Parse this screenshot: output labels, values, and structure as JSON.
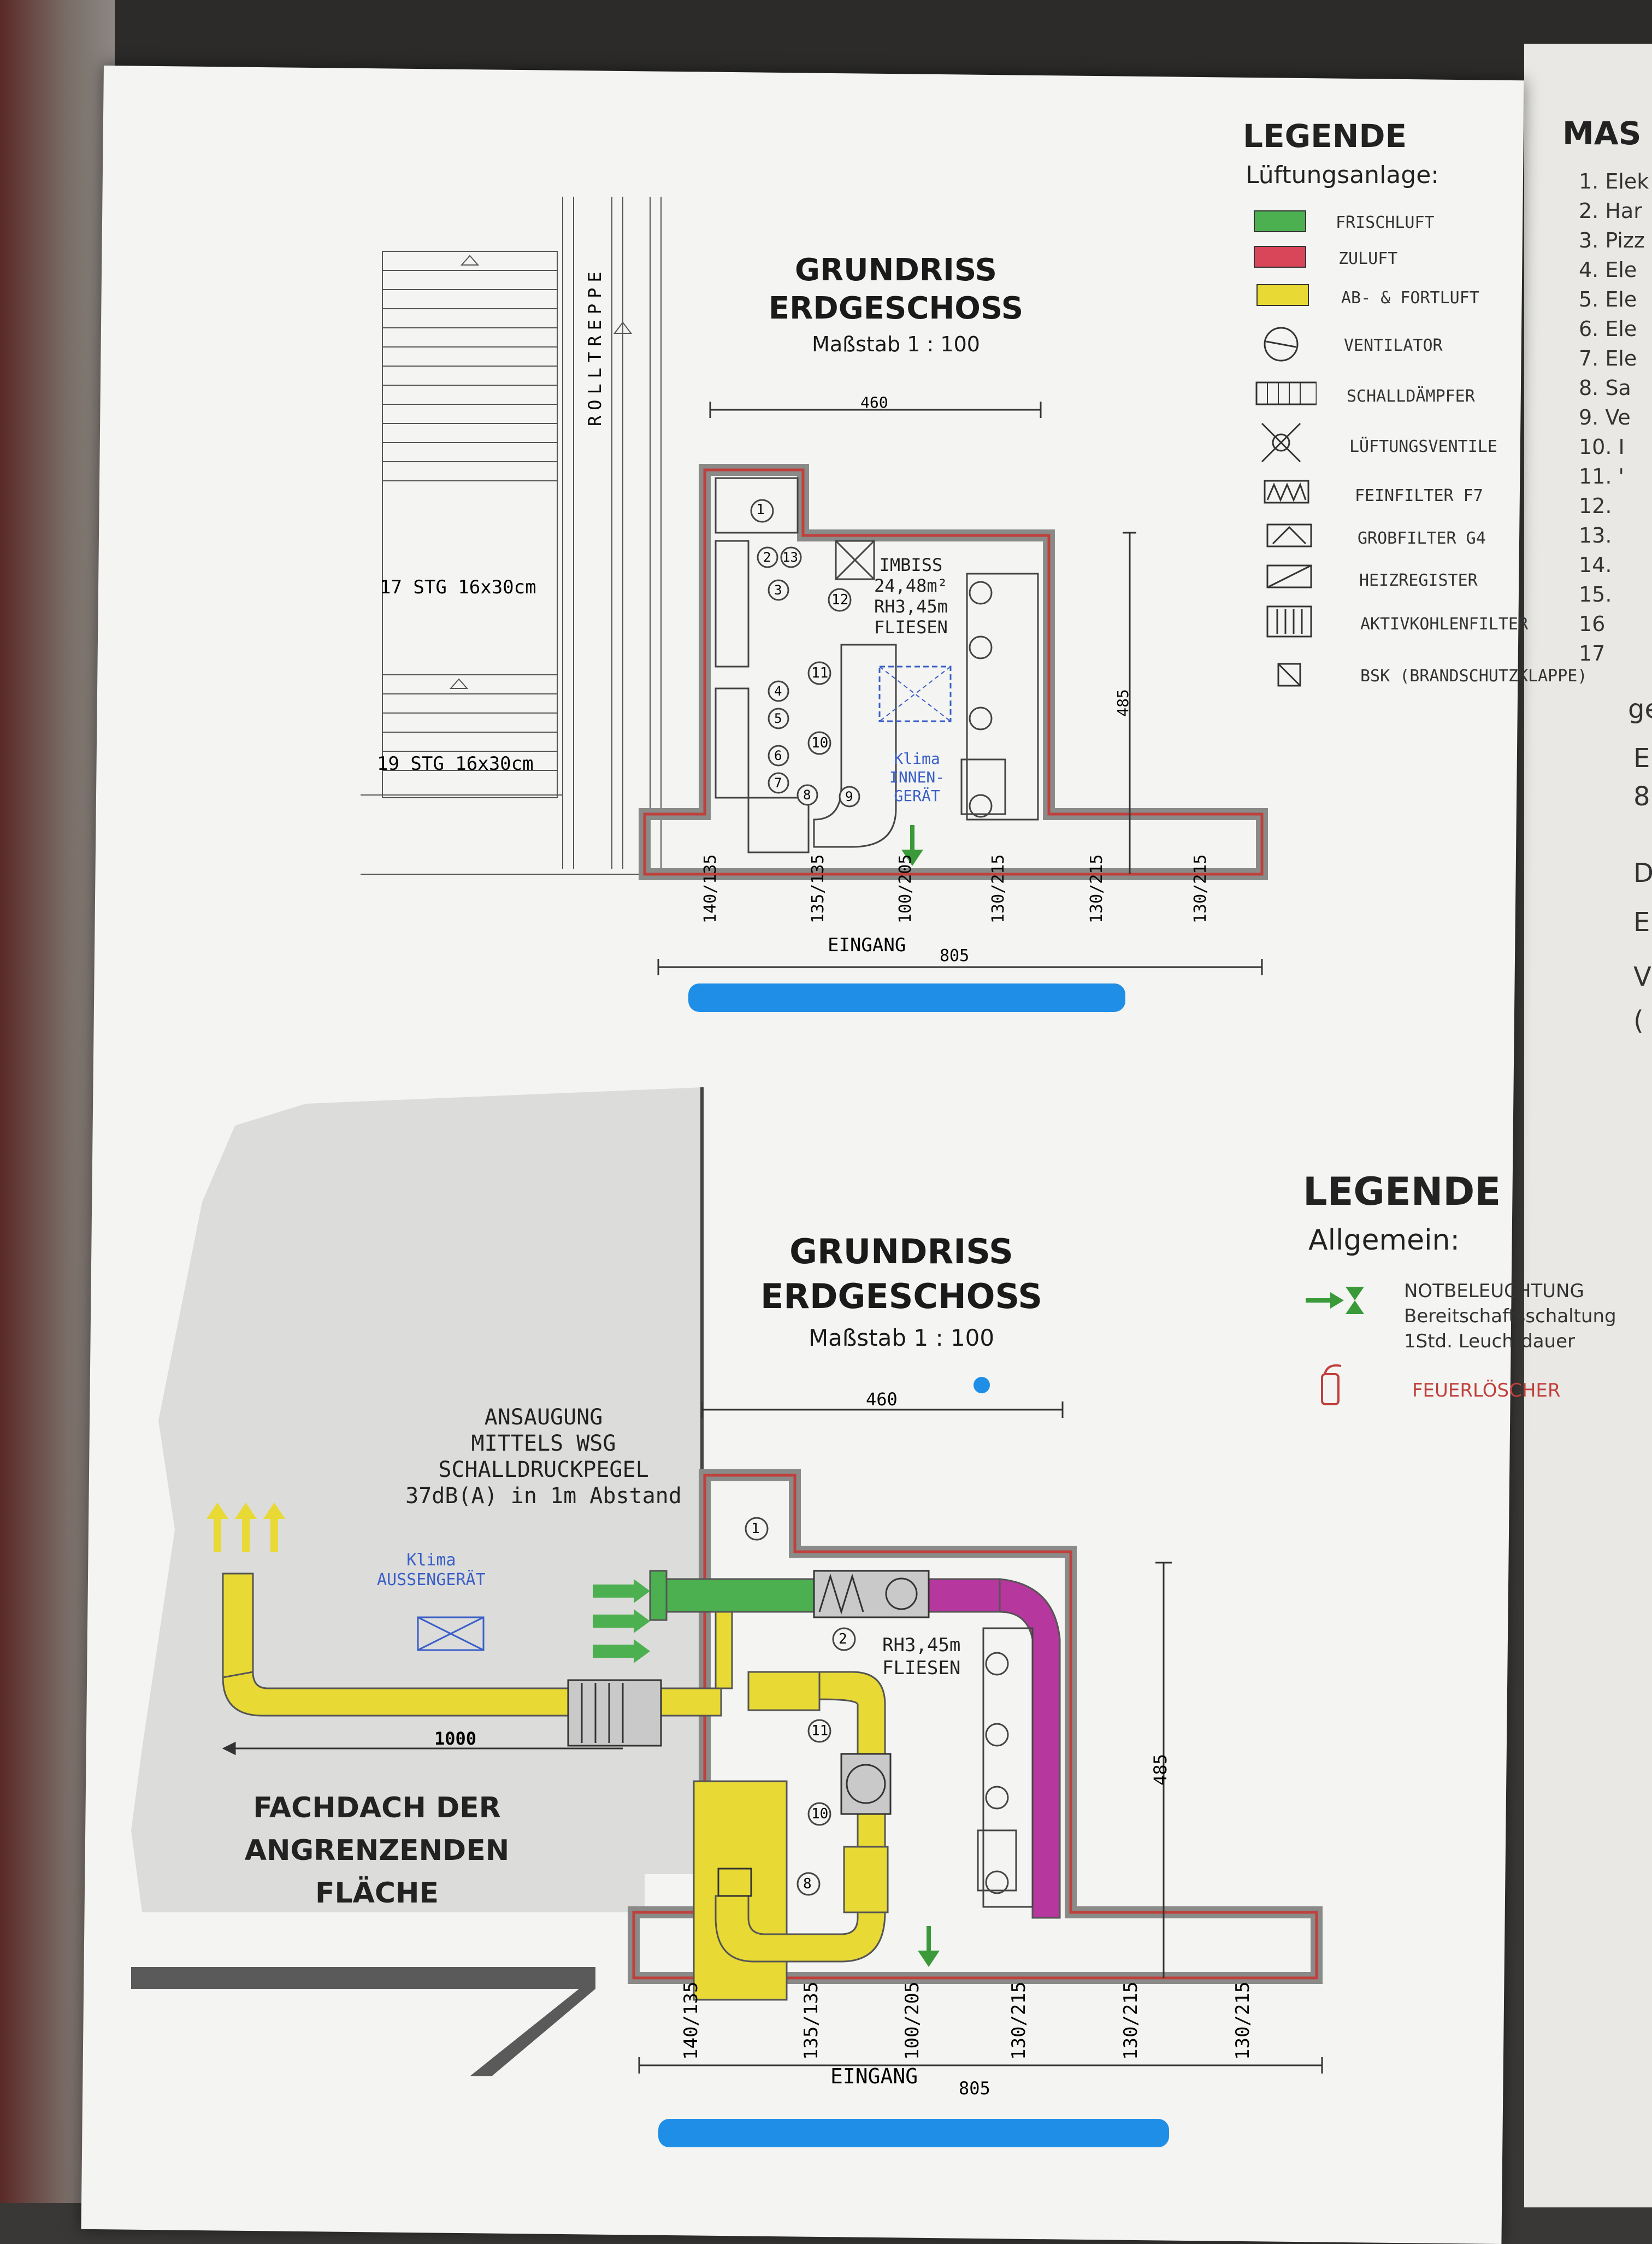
{
  "plan_top": {
    "title_line1": "GRUNDRISS",
    "title_line2": "ERDGESCHOSS",
    "scale": "Maßstab 1 : 100",
    "room_name": "IMBISS",
    "room_area": "24,48m²",
    "room_height": "RH3,45m",
    "room_floor": "FLIESEN",
    "klima_label": "Klima",
    "klima_sub1": "INNEN-",
    "klima_sub2": "GERÄT",
    "dim_width": "460",
    "dim_total": "805",
    "dim_depth": "485",
    "entrance": "EINGANG",
    "stairs_1": "17 STG 16x30cm",
    "stairs_2": "19 STG 16x30cm",
    "escalator": "ROLLTREPPE",
    "openings": [
      "140/135",
      "135/135",
      "100/205",
      "130/215",
      "130/215",
      "130/215"
    ],
    "item_numbers": [
      "1",
      "2",
      "13",
      "3",
      "12",
      "11",
      "4",
      "5",
      "10",
      "6",
      "7",
      "8",
      "9"
    ]
  },
  "plan_bottom": {
    "title_line1": "GRUNDRISS",
    "title_line2": "ERDGESCHOSS",
    "scale": "Maßstab 1 : 100",
    "room_height": "RH3,45m",
    "room_floor": "FLIESEN",
    "dim_width": "460",
    "dim_total": "805",
    "dim_depth": "485",
    "dim_roof": "1000",
    "entrance": "EINGANG",
    "intake_1": "ANSAUGUNG",
    "intake_2": "MITTELS WSG",
    "intake_3": "SCHALLDRUCKPEGEL",
    "intake_4": "37dB(A) in 1m Abstand",
    "klima_outer_1": "Klima",
    "klima_outer_2": "AUSSENGERÄT",
    "roof_1": "FACHDACH DER",
    "roof_2": "ANGRENZENDEN FLÄCHE",
    "openings": [
      "140/135",
      "135/135",
      "100/205",
      "130/215",
      "130/215",
      "130/215"
    ],
    "item_numbers": [
      "1",
      "2",
      "11",
      "10",
      "8"
    ]
  },
  "legend_ventilation": {
    "title": "LEGENDE",
    "subtitle": "Lüftungsanlage:",
    "items": [
      {
        "label": "FRISCHLUFT",
        "color": "#4caf50",
        "icon": "swatch"
      },
      {
        "label": "ZULUFT",
        "color": "#d9465a",
        "icon": "swatch"
      },
      {
        "label": "AB- & FORTLUFT",
        "color": "#e8d935",
        "icon": "swatch"
      },
      {
        "label": "VENTILATOR",
        "icon": "fan-icon"
      },
      {
        "label": "SCHALLDÄMPFER",
        "icon": "silencer-icon"
      },
      {
        "label": "LÜFTUNGSVENTILE",
        "icon": "valve-icon"
      },
      {
        "label": "FEINFILTER F7",
        "icon": "fine-filter-icon"
      },
      {
        "label": "GROBFILTER G4",
        "icon": "coarse-filter-icon"
      },
      {
        "label": "HEIZREGISTER",
        "icon": "heater-icon"
      },
      {
        "label": "AKTIVKOHLENFILTER",
        "icon": "carbon-filter-icon"
      },
      {
        "label": "BSK (BRANDSCHUTZKLAPPE)",
        "icon": "fire-damper-icon"
      }
    ]
  },
  "legend_general": {
    "title": "LEGENDE",
    "subtitle": "Allgemein:",
    "emergency_1": "NOTBELEUCHTUNG",
    "emergency_2": "Bereitschaftsschaltung",
    "emergency_3": "1Std. Leuchtdauer",
    "extinguisher": "FEUERLÖSCHER"
  },
  "side_sheet": {
    "title": "MAS",
    "items": [
      "1. Elek",
      "2. Har",
      "3. Pizz",
      "4. Ele",
      "5. Ele",
      "6. Ele",
      "7. Ele",
      "8. Sa",
      "9. Ve",
      "10. I",
      "11. '",
      "12.",
      "13.",
      "14.",
      "15.",
      "16",
      "17"
    ],
    "fragments": [
      "ge",
      "E",
      "8",
      "D",
      "E",
      "V",
      "("
    ]
  },
  "colors": {
    "fresh_air": "#4caf50",
    "supply_air": "#b6379e",
    "exhaust_air": "#e8d935",
    "wall_outline": "#c0403c",
    "redaction": "#1f8ee6"
  }
}
